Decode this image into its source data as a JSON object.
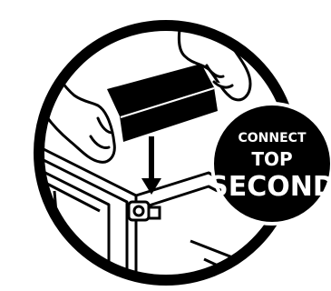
{
  "badge": {
    "line1": "CONNECT",
    "line2": "TOP",
    "line3": "SECOND"
  },
  "colors": {
    "ink": "#000000",
    "paper": "#ffffff"
  },
  "icons": [
    "down-arrow-icon",
    "connector-clip-icon"
  ]
}
